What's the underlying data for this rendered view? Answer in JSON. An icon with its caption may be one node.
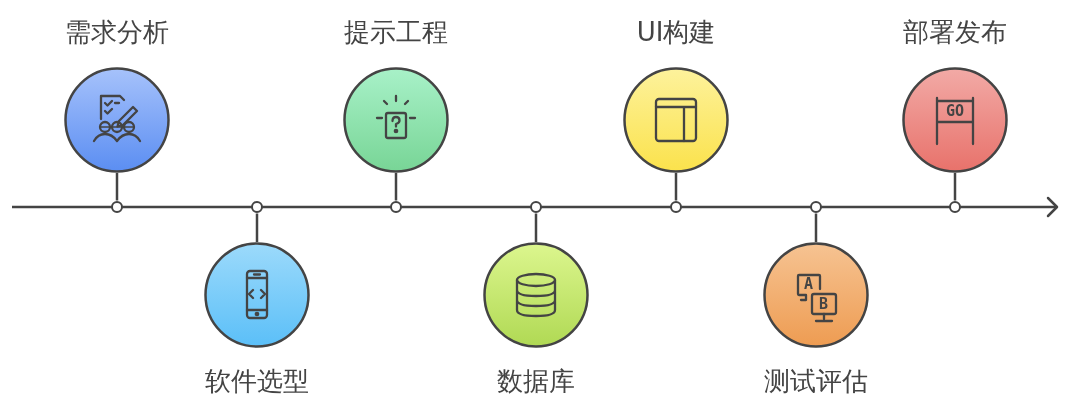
{
  "diagram": {
    "nodes": [
      {
        "text": [
          "需求分析"
        ]
      },
      {
        "text": [
          "软件选型"
        ]
      },
      {
        "text": [
          "提示工程"
        ]
      },
      {
        "text": [
          "数据库"
        ]
      },
      {
        "text": [
          "UI构建"
        ]
      },
      {
        "text": [
          "测试评估"
        ]
      },
      {
        "text": [
          "部署发布"
        ]
      },
      {
        "text": [],
        "shape": "circle"
      },
      {
        "text": [],
        "shape": "circle"
      },
      {
        "text": [],
        "shape": "circle"
      },
      {
        "text": [],
        "shape": "circle"
      },
      {
        "text": [],
        "shape": "circle"
      },
      {
        "text": [],
        "shape": "circle"
      },
      {
        "text": [],
        "shape": "circle"
      }
    ],
    "edges": [
      {
        "from": 0,
        "to": 7,
        "arrow": "none"
      },
      {
        "from": 1,
        "to": 8,
        "arrow": "none"
      },
      {
        "from": 2,
        "to": 9,
        "arrow": "none"
      },
      {
        "from": 3,
        "to": 10,
        "arrow": "none"
      },
      {
        "from": 4,
        "to": 11,
        "arrow": "none"
      },
      {
        "from": 5,
        "to": 12,
        "arrow": "none"
      },
      {
        "from": 6,
        "to": 13,
        "arrow": "none"
      }
    ],
    "labels": [
      "GO",
      "A",
      "B"
    ]
  }
}
